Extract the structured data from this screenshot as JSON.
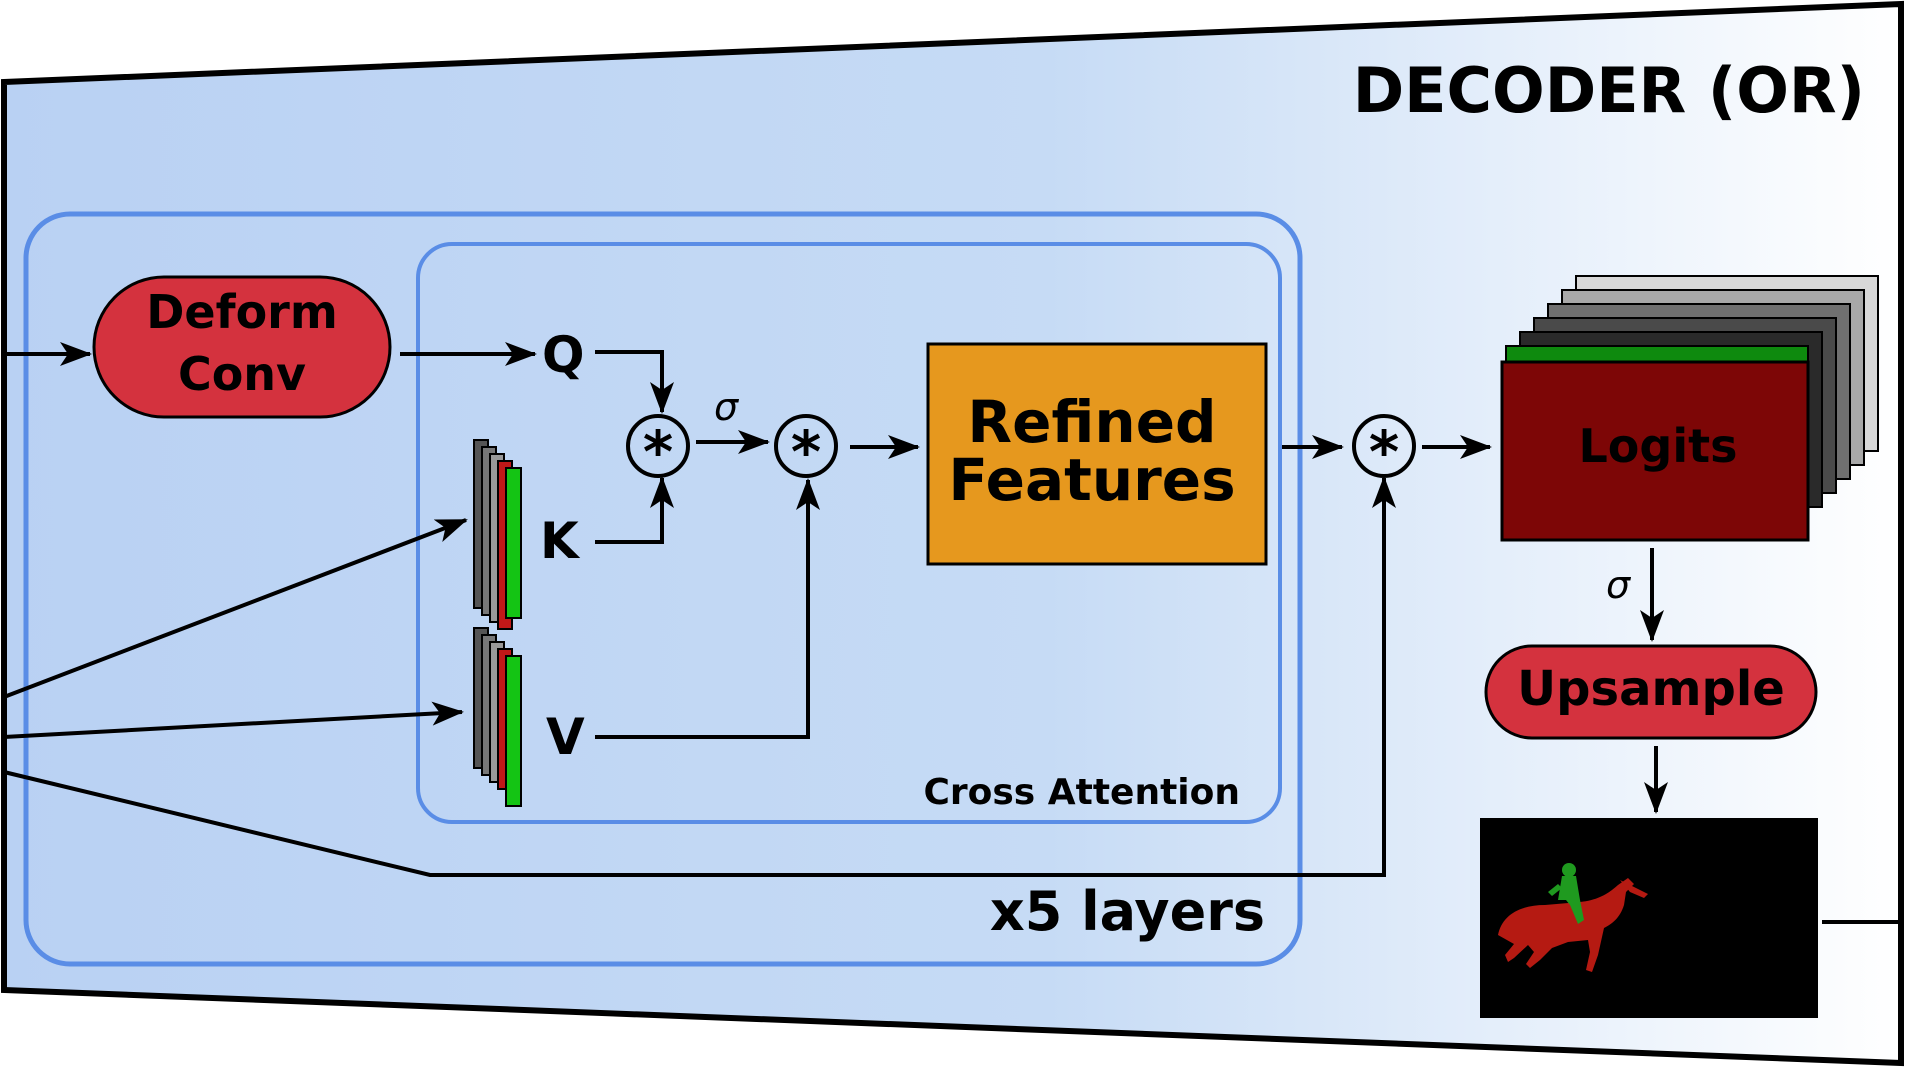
{
  "title": "DECODER (OR)",
  "layers_label": "x5 layers",
  "cross_attention_label": "Cross Attention",
  "deform_conv": {
    "line1": "Deform",
    "line2": "Conv"
  },
  "q_label": "Q",
  "k_label": "K",
  "v_label": "V",
  "sigma_symbol": "σ",
  "multiply_symbol": "*",
  "refined_features": {
    "line1": "Refined",
    "line2": "Features"
  },
  "logits_label": "Logits",
  "upsample_label": "Upsample",
  "colors": {
    "panel_start": "#b9d1f3",
    "panel_end": "#ffffff",
    "layer_border": "#5a8de6",
    "deform_fill": "#d4323e",
    "refined_fill": "#e6981e",
    "logits_fill": "#7d0606",
    "mask_background": "#000000",
    "horse_color": "#b51a12",
    "rider_color": "#1f9a1f"
  }
}
